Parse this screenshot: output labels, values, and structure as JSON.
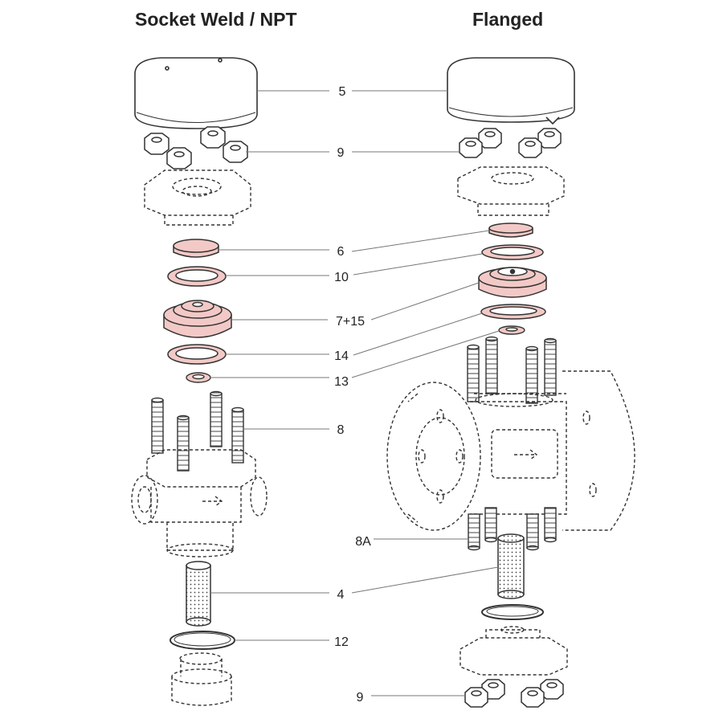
{
  "headings": {
    "left": "Socket Weld / NPT",
    "right": "Flanged"
  },
  "callouts": {
    "cap": "5",
    "nuts_top": "9",
    "gasket_small": "6",
    "gasket_ring": "10",
    "diaphragm": "7+15",
    "seat_ring": "14",
    "small_ring": "13",
    "studs": "8",
    "studs_flanged": "8A",
    "screen": "4",
    "screen_gasket": "12",
    "nuts_bottom": "9"
  },
  "colors": {
    "highlight_fill": "#f2c9c6",
    "highlight_stroke": "#c0504d",
    "line": "#333333",
    "leader": "#777777"
  }
}
